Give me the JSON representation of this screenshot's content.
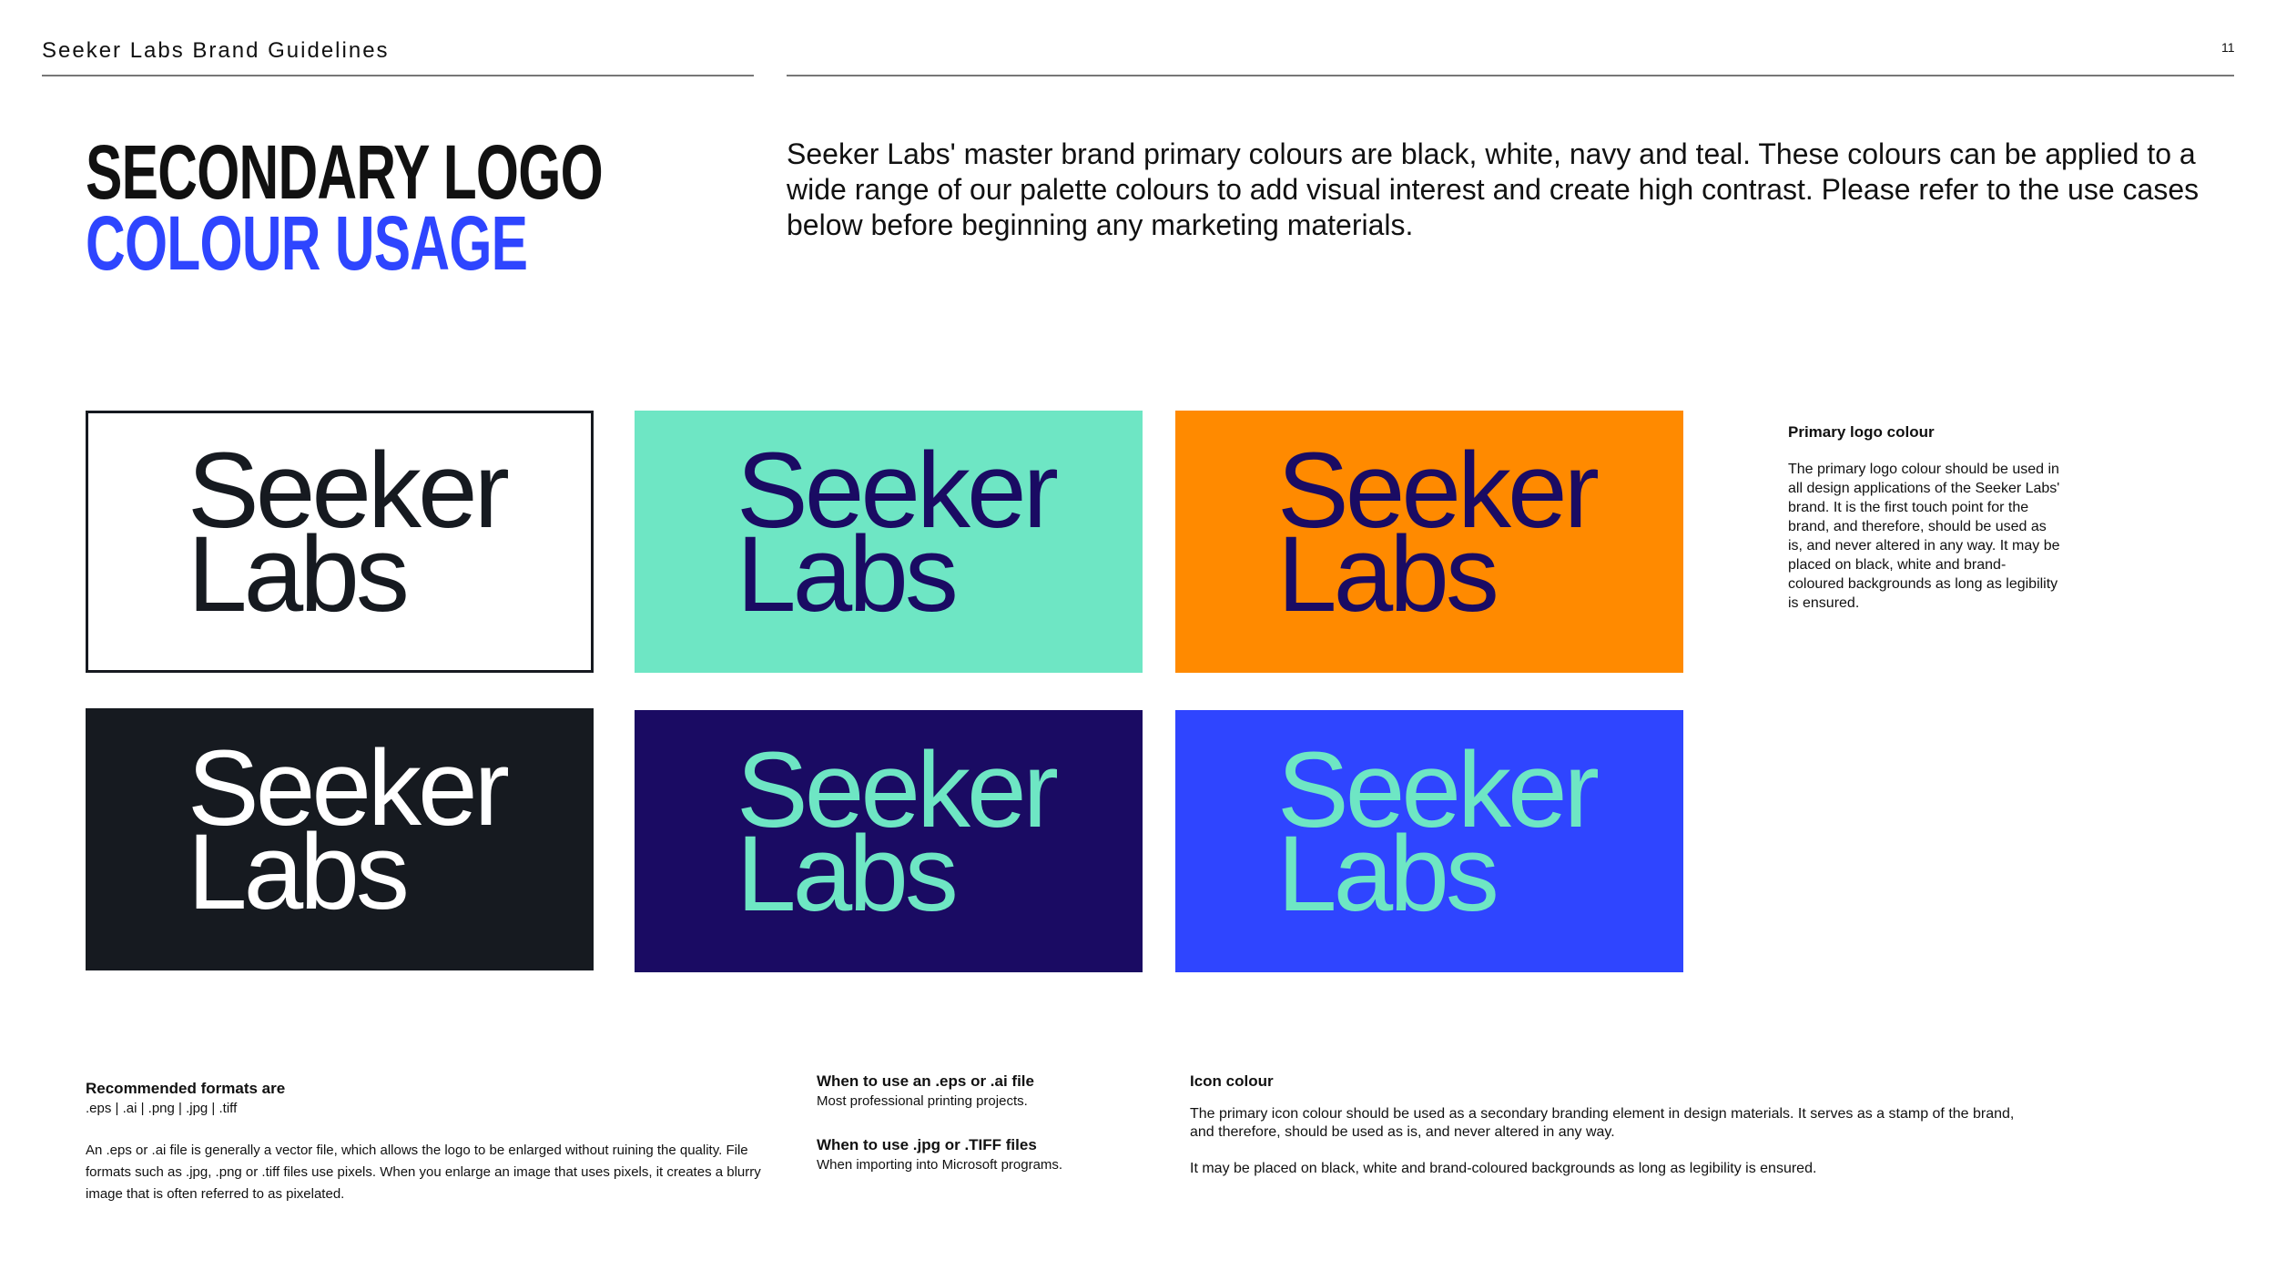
{
  "header": {
    "title": "Seeker Labs Brand Guidelines",
    "page_number": "11"
  },
  "heading": {
    "line1": "SECONDARY LOGO",
    "line2": "COLOUR USAGE"
  },
  "intro": "Seeker Labs' master brand primary colours are black, white, navy and teal. These colours can be applied to a wide range of our palette colours to add visual interest and create high contrast. Please refer to the use cases below before beginning any marketing materials.",
  "logo": {
    "line1": "Seeker",
    "line2": "Labs"
  },
  "swatches": [
    {
      "bg": "#ffffff",
      "fg": "#161a20",
      "border": "#161a20"
    },
    {
      "bg": "#6ee6c4",
      "fg": "#1a0b63"
    },
    {
      "bg": "#ff8a00",
      "fg": "#1a0b63"
    },
    {
      "bg": "#161a20",
      "fg": "#ffffff"
    },
    {
      "bg": "#1a0b63",
      "fg": "#6ee6c4"
    },
    {
      "bg": "#2f45ff",
      "fg": "#6ee6c4"
    }
  ],
  "primary": {
    "title": "Primary logo colour",
    "body": "The primary logo colour should be used in all design applications of the Seeker Labs' brand. It is the first touch point for the brand, and therefore, should be used as is, and never altered in any way. It may be placed on black, white and brand-coloured backgrounds as long as legibility is ensured."
  },
  "formats": {
    "title": "Recommended formats are",
    "list": ".eps | .ai | .png | .jpg | .tiff",
    "body": "An .eps or .ai file is generally a vector file, which allows the logo to be enlarged without ruining the quality. File formats such as .jpg, .png or .tiff files use pixels. When you enlarge an image that uses pixels, it creates a blurry image that is often referred to as pixelated."
  },
  "usage": {
    "eps_title": "When to use an .eps or .ai file",
    "eps_body": "Most professional printing projects.",
    "jpg_title": "When to use .jpg or .TIFF files",
    "jpg_body": "When importing into Microsoft programs."
  },
  "icon": {
    "title": "Icon colour",
    "body1": "The primary icon colour should be used as a secondary branding element in design materials. It serves as a stamp of the brand, and therefore, should be used as is, and never altered in any way.",
    "body2": "It may be placed on black, white and brand-coloured backgrounds as long as legibility is ensured."
  }
}
